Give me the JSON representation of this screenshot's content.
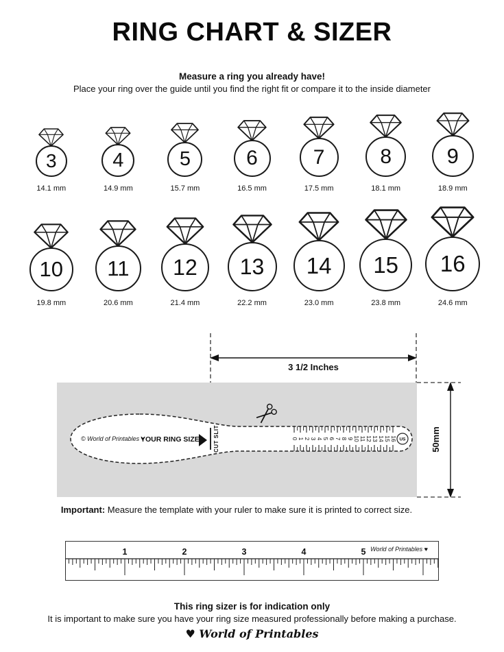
{
  "header": {
    "title": "RING CHART & SIZER",
    "subtitle_bold": "Measure a ring you already have!",
    "subtitle": "Place your ring over the guide until you find the right fit or compare it to the inside diameter"
  },
  "ring_chart": {
    "rows": [
      [
        {
          "size": "3",
          "diameter_mm": 14.1,
          "label": "14.1 mm"
        },
        {
          "size": "4",
          "diameter_mm": 14.9,
          "label": "14.9 mm"
        },
        {
          "size": "5",
          "diameter_mm": 15.7,
          "label": "15.7 mm"
        },
        {
          "size": "6",
          "diameter_mm": 16.5,
          "label": "16.5 mm"
        },
        {
          "size": "7",
          "diameter_mm": 17.5,
          "label": "17.5 mm"
        },
        {
          "size": "8",
          "diameter_mm": 18.1,
          "label": "18.1 mm"
        },
        {
          "size": "9",
          "diameter_mm": 18.9,
          "label": "18.9 mm"
        }
      ],
      [
        {
          "size": "10",
          "diameter_mm": 19.8,
          "label": "19.8 mm"
        },
        {
          "size": "11",
          "diameter_mm": 20.6,
          "label": "20.6 mm"
        },
        {
          "size": "12",
          "diameter_mm": 21.4,
          "label": "21.4 mm"
        },
        {
          "size": "13",
          "diameter_mm": 22.2,
          "label": "22.2 mm"
        },
        {
          "size": "14",
          "diameter_mm": 23.0,
          "label": "23.0 mm"
        },
        {
          "size": "15",
          "diameter_mm": 23.8,
          "label": "23.8 mm"
        },
        {
          "size": "16",
          "diameter_mm": 24.6,
          "label": "24.6 mm"
        }
      ]
    ]
  },
  "sizer": {
    "width_label": "3 1/2 Inches",
    "height_label": "50mm",
    "brand": "© World of Printables ♥",
    "ring_size_label": "YOUR RING SIZE",
    "cut_slit_label": "CUT SLIT",
    "scale_numbers": [
      "0",
      "1",
      "2",
      "3",
      "4",
      "5",
      "6",
      "7",
      "8",
      "9",
      "10",
      "11",
      "12",
      "13",
      "14",
      "15",
      "16"
    ],
    "unit_label": "US"
  },
  "important_note": {
    "lead": "Important:",
    "text": " Measure the template with your ruler to make sure it is printed to correct size."
  },
  "ruler": {
    "numbers": [
      "1",
      "2",
      "3",
      "4",
      "5"
    ],
    "brand": "World of Printables ♥"
  },
  "footer": {
    "bold_line": "This ring sizer is for indication only",
    "text_line": "It is important to make sure you have your ring size measured professionally before making a purchase.",
    "logo": "♥ World of Printables"
  }
}
